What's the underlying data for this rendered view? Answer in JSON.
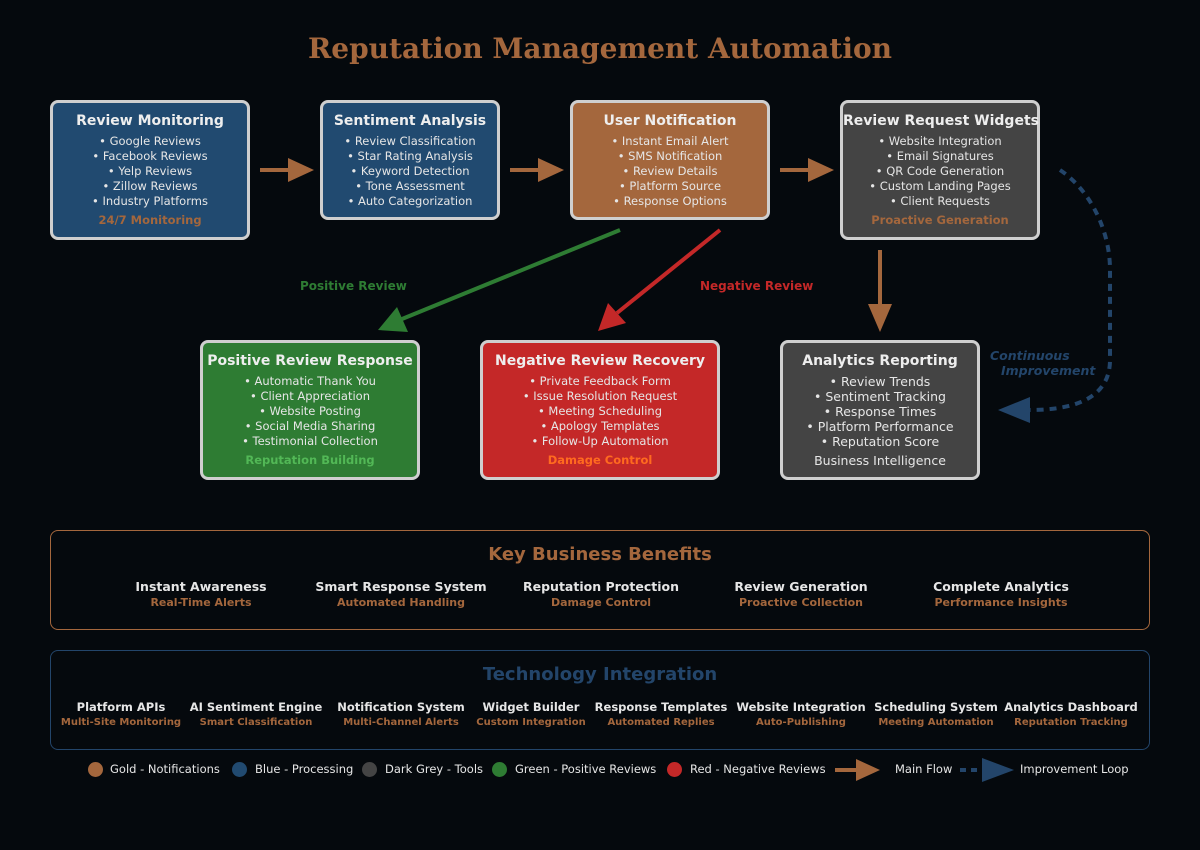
{
  "title": "Reputation Management Automation",
  "colors": {
    "gold": "#a4673d",
    "blue": "#214a70",
    "grey": "#444444",
    "green": "#2e7c33",
    "red": "#c42828"
  },
  "boxes": {
    "monitoring": {
      "title": "Review Monitoring",
      "items": [
        "• Google Reviews",
        "• Facebook Reviews",
        "• Yelp Reviews",
        "• Zillow Reviews",
        "• Industry Platforms"
      ],
      "footer": "24/7 Monitoring"
    },
    "sentiment": {
      "title": "Sentiment Analysis",
      "items": [
        "• Review Classification",
        "• Star Rating Analysis",
        "• Keyword Detection",
        "• Tone Assessment",
        "• Auto Categorization"
      ]
    },
    "notification": {
      "title": "User Notification",
      "items": [
        "• Instant Email Alert",
        "• SMS Notification",
        "• Review Details",
        "• Platform Source",
        "• Response Options"
      ]
    },
    "widgets": {
      "title": "Review Request Widgets",
      "items": [
        "• Website Integration",
        "• Email Signatures",
        "• QR Code Generation",
        "• Custom Landing Pages",
        "• Client Requests"
      ],
      "footer": "Proactive Generation"
    },
    "positive": {
      "title": "Positive Review Response",
      "items": [
        "• Automatic Thank You",
        "• Client Appreciation",
        "• Website Posting",
        "• Social Media Sharing",
        "• Testimonial Collection"
      ],
      "footer": "Reputation Building"
    },
    "negative": {
      "title": "Negative Review Recovery",
      "items": [
        "• Private Feedback Form",
        "• Issue Resolution Request",
        "• Meeting Scheduling",
        "• Apology Templates",
        "• Follow-Up Automation"
      ],
      "footer": "Damage Control"
    },
    "analytics": {
      "title": "Analytics Reporting",
      "items": [
        "• Review Trends",
        "• Sentiment Tracking",
        "• Response Times",
        "• Platform Performance",
        "• Reputation Score"
      ],
      "footer": "Business Intelligence"
    }
  },
  "labels": {
    "positive": "Positive Review",
    "negative": "Negative Review",
    "loop_line1": "Continuous",
    "loop_line2": "Improvement"
  },
  "benefits": {
    "heading": "Key Business Benefits",
    "items": [
      {
        "name": "Instant Awareness",
        "sub": "Real-Time Alerts"
      },
      {
        "name": "Smart Response System",
        "sub": "Automated Handling"
      },
      {
        "name": "Reputation Protection",
        "sub": "Damage Control"
      },
      {
        "name": "Review Generation",
        "sub": "Proactive Collection"
      },
      {
        "name": "Complete Analytics",
        "sub": "Performance Insights"
      }
    ]
  },
  "technology": {
    "heading": "Technology Integration",
    "items": [
      {
        "name": "Platform APIs",
        "sub": "Multi-Site Monitoring"
      },
      {
        "name": "AI Sentiment Engine",
        "sub": "Smart Classification"
      },
      {
        "name": "Notification System",
        "sub": "Multi-Channel Alerts"
      },
      {
        "name": "Widget Builder",
        "sub": "Custom Integration"
      },
      {
        "name": "Response Templates",
        "sub": "Automated Replies"
      },
      {
        "name": "Website Integration",
        "sub": "Auto-Publishing"
      },
      {
        "name": "Scheduling System",
        "sub": "Meeting Automation"
      },
      {
        "name": "Analytics Dashboard",
        "sub": "Reputation Tracking"
      }
    ]
  },
  "legend": {
    "gold": "Gold - Notifications",
    "blue": "Blue - Processing",
    "grey": "Dark Grey - Tools",
    "green": "Green - Positive Reviews",
    "red": "Red - Negative Reviews",
    "main_flow": "Main Flow",
    "loop": "Improvement Loop"
  }
}
